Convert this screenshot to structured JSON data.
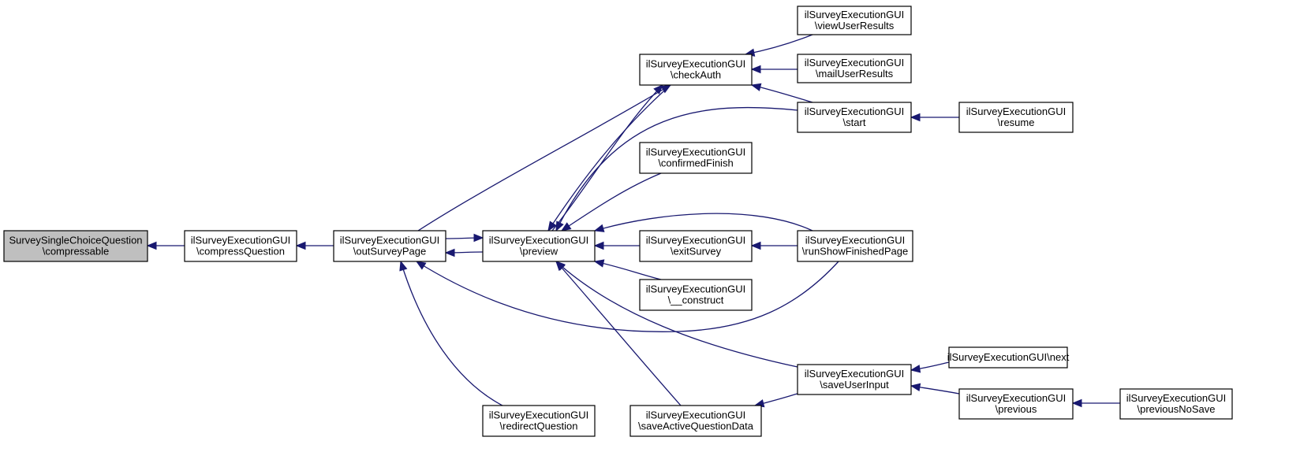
{
  "diagram": {
    "type": "call-graph",
    "colors": {
      "highlight_fill": "#bfbfbf",
      "node_fill": "#ffffff",
      "border": "#000000",
      "edge": "#191970"
    },
    "nodes": [
      {
        "id": "n_root",
        "lines": [
          "SurveySingleChoiceQuestion",
          "\\compressable"
        ],
        "highlight": true
      },
      {
        "id": "n_compress",
        "lines": [
          "ilSurveyExecutionGUI",
          "\\compressQuestion"
        ]
      },
      {
        "id": "n_out",
        "lines": [
          "ilSurveyExecutionGUI",
          "\\outSurveyPage"
        ]
      },
      {
        "id": "n_preview",
        "lines": [
          "ilSurveyExecutionGUI",
          "\\preview"
        ]
      },
      {
        "id": "n_redirect",
        "lines": [
          "ilSurveyExecutionGUI",
          "\\redirectQuestion"
        ]
      },
      {
        "id": "n_checkauth",
        "lines": [
          "ilSurveyExecutionGUI",
          "\\checkAuth"
        ]
      },
      {
        "id": "n_confirmed",
        "lines": [
          "ilSurveyExecutionGUI",
          "\\confirmedFinish"
        ]
      },
      {
        "id": "n_exit",
        "lines": [
          "ilSurveyExecutionGUI",
          "\\exitSurvey"
        ]
      },
      {
        "id": "n_construct",
        "lines": [
          "ilSurveyExecutionGUI",
          "\\__construct"
        ]
      },
      {
        "id": "n_saveactive",
        "lines": [
          "ilSurveyExecutionGUI",
          "\\saveActiveQuestionData"
        ]
      },
      {
        "id": "n_viewresults",
        "lines": [
          "ilSurveyExecutionGUI",
          "\\viewUserResults"
        ]
      },
      {
        "id": "n_mailresults",
        "lines": [
          "ilSurveyExecutionGUI",
          "\\mailUserResults"
        ]
      },
      {
        "id": "n_start",
        "lines": [
          "ilSurveyExecutionGUI",
          "\\start"
        ]
      },
      {
        "id": "n_runshow",
        "lines": [
          "ilSurveyExecutionGUI",
          "\\runShowFinishedPage"
        ]
      },
      {
        "id": "n_saveinput",
        "lines": [
          "ilSurveyExecutionGUI",
          "\\saveUserInput"
        ]
      },
      {
        "id": "n_resume",
        "lines": [
          "ilSurveyExecutionGUI",
          "\\resume"
        ]
      },
      {
        "id": "n_next",
        "lines": [
          "ilSurveyExecutionGUI\\next"
        ]
      },
      {
        "id": "n_previous",
        "lines": [
          "ilSurveyExecutionGUI",
          "\\previous"
        ]
      },
      {
        "id": "n_prevnosave",
        "lines": [
          "ilSurveyExecutionGUI",
          "\\previousNoSave"
        ]
      }
    ],
    "edges": [
      {
        "from": "n_compress",
        "to": "n_root"
      },
      {
        "from": "n_out",
        "to": "n_compress"
      },
      {
        "from": "n_preview",
        "to": "n_out"
      },
      {
        "from": "n_out",
        "to": "n_preview"
      },
      {
        "from": "n_redirect",
        "to": "n_out"
      },
      {
        "from": "n_runshow",
        "to": "n_out"
      },
      {
        "from": "n_out",
        "to": "n_checkauth"
      },
      {
        "from": "n_checkauth",
        "to": "n_preview"
      },
      {
        "from": "n_preview",
        "to": "n_checkauth"
      },
      {
        "from": "n_start",
        "to": "n_preview"
      },
      {
        "from": "n_confirmed",
        "to": "n_preview"
      },
      {
        "from": "n_runshow",
        "to": "n_preview"
      },
      {
        "from": "n_exit",
        "to": "n_preview"
      },
      {
        "from": "n_construct",
        "to": "n_preview"
      },
      {
        "from": "n_saveactive",
        "to": "n_preview"
      },
      {
        "from": "n_saveinput",
        "to": "n_preview"
      },
      {
        "from": "n_viewresults",
        "to": "n_checkauth"
      },
      {
        "from": "n_mailresults",
        "to": "n_checkauth"
      },
      {
        "from": "n_start",
        "to": "n_checkauth"
      },
      {
        "from": "n_runshow",
        "to": "n_exit"
      },
      {
        "from": "n_saveinput",
        "to": "n_saveactive"
      },
      {
        "from": "n_resume",
        "to": "n_start"
      },
      {
        "from": "n_next",
        "to": "n_saveinput"
      },
      {
        "from": "n_previous",
        "to": "n_saveinput"
      },
      {
        "from": "n_prevnosave",
        "to": "n_previous"
      }
    ]
  }
}
